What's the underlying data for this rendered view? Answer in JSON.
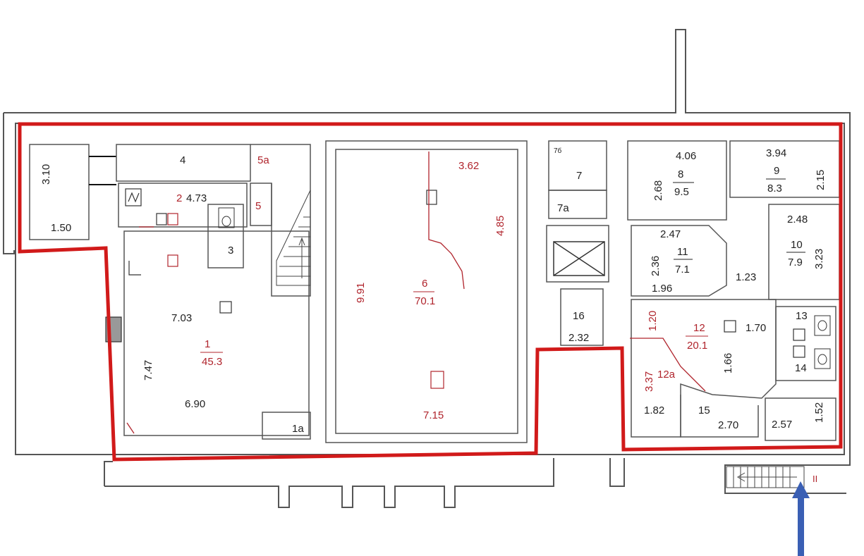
{
  "colors": {
    "wall": "#555555",
    "area_label": "#b0242c",
    "boundary": "#d11a1a",
    "entrance_arrow": "#3a5fb4",
    "dimension": "#222222"
  },
  "icons": [
    "stairs-icon",
    "toilet-icon",
    "elevator-shaft-icon",
    "electric-panel-icon",
    "entrance-arrow-icon"
  ],
  "rooms": {
    "r1": {
      "number": "1",
      "area": "45.3"
    },
    "r2": {
      "number": "2"
    },
    "r3": {
      "number": "3"
    },
    "r4": {
      "number": "4"
    },
    "r5": {
      "number": "5"
    },
    "r5a": {
      "number": "5a"
    },
    "r1a": {
      "number": "1a"
    },
    "r6": {
      "number": "6",
      "area": "70.1"
    },
    "r7": {
      "number": "7"
    },
    "r7a": {
      "number": "7a"
    },
    "r7b": {
      "number": "7б"
    },
    "r8": {
      "number": "8",
      "area": "9.5"
    },
    "r9": {
      "number": "9",
      "area": "8.3"
    },
    "r10": {
      "number": "10",
      "area": "7.9"
    },
    "r11": {
      "number": "11",
      "area": "7.1"
    },
    "r12": {
      "number": "12",
      "area": "20.1"
    },
    "r12a": {
      "number": "12a"
    },
    "r13": {
      "number": "13"
    },
    "r14": {
      "number": "14"
    },
    "r15": {
      "number": "15"
    },
    "r16": {
      "number": "16"
    }
  },
  "dimensions": {
    "d310": "3.10",
    "d150": "1.50",
    "d473": "4.73",
    "d703": "7.03",
    "d747": "7.47",
    "d690": "6.90",
    "d991": "9.91",
    "d362": "3.62",
    "d485": "4.85",
    "d715": "7.15",
    "d232": "2.32",
    "d406": "4.06",
    "d268": "2.68",
    "d394": "3.94",
    "d215": "2.15",
    "d247": "2.47",
    "d236": "2.36",
    "d196": "1.96",
    "d123": "1.23",
    "d248": "2.48",
    "d323": "3.23",
    "d120": "1.20",
    "d170": "1.70",
    "d166": "1.66",
    "d337": "3.37",
    "d182": "1.82",
    "d270": "2.70",
    "d257": "2.57",
    "d152": "1.52"
  },
  "entrance_mark": "II"
}
